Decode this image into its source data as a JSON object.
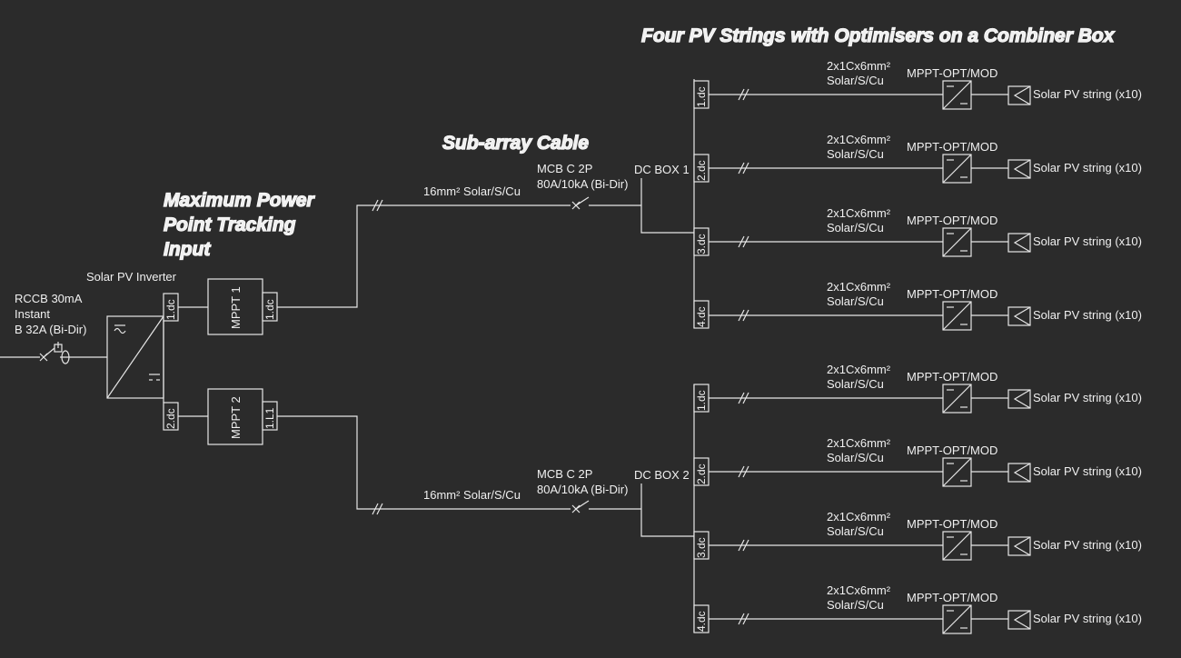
{
  "annotations": {
    "combiner": "Four PV Strings with Optimisers on a Combiner Box",
    "subarray": "Sub-array Cable",
    "mppt_line1": "Maximum Power",
    "mppt_line2": "Point Tracking",
    "mppt_line3": "Input"
  },
  "rccb": {
    "line1": "RCCB 30mA",
    "line2": "Instant",
    "line3": "B 32A (Bi-Dir)"
  },
  "inverter": {
    "label": "Solar PV Inverter",
    "port_in_1": "1.dc",
    "port_in_2": "2.dc"
  },
  "mppts": [
    {
      "label": "MPPT 1",
      "port": "1.dc"
    },
    {
      "label": "MPPT 2",
      "port": "1.L1"
    }
  ],
  "subarrays": [
    {
      "cable": "16mm² Solar/S/Cu",
      "mcb_line1": "MCB C 2P",
      "mcb_line2": "80A/10kA (Bi-Dir)",
      "dcbox": "DC BOX 1",
      "strings": [
        {
          "port": "1.dc",
          "cable_line1": "2x1Cx6mm²",
          "cable_line2": "Solar/S/Cu",
          "optimiser": "MPPT-OPT/MOD",
          "pv": "Solar PV string (x10)"
        },
        {
          "port": "2.dc",
          "cable_line1": "2x1Cx6mm²",
          "cable_line2": "Solar/S/Cu",
          "optimiser": "MPPT-OPT/MOD",
          "pv": "Solar PV string (x10)"
        },
        {
          "port": "3.dc",
          "cable_line1": "2x1Cx6mm²",
          "cable_line2": "Solar/S/Cu",
          "optimiser": "MPPT-OPT/MOD",
          "pv": "Solar PV string (x10)"
        },
        {
          "port": "4.dc",
          "cable_line1": "2x1Cx6mm²",
          "cable_line2": "Solar/S/Cu",
          "optimiser": "MPPT-OPT/MOD",
          "pv": "Solar PV string (x10)"
        }
      ]
    },
    {
      "cable": "16mm² Solar/S/Cu",
      "mcb_line1": "MCB C 2P",
      "mcb_line2": "80A/10kA (Bi-Dir)",
      "dcbox": "DC BOX 2",
      "strings": [
        {
          "port": "1.dc",
          "cable_line1": "2x1Cx6mm²",
          "cable_line2": "Solar/S/Cu",
          "optimiser": "MPPT-OPT/MOD",
          "pv": "Solar PV string (x10)"
        },
        {
          "port": "2.dc",
          "cable_line1": "2x1Cx6mm²",
          "cable_line2": "Solar/S/Cu",
          "optimiser": "MPPT-OPT/MOD",
          "pv": "Solar PV string (x10)"
        },
        {
          "port": "3.dc",
          "cable_line1": "2x1Cx6mm²",
          "cable_line2": "Solar/S/Cu",
          "optimiser": "MPPT-OPT/MOD",
          "pv": "Solar PV string (x10)"
        },
        {
          "port": "4.dc",
          "cable_line1": "2x1Cx6mm²",
          "cable_line2": "Solar/S/Cu",
          "optimiser": "MPPT-OPT/MOD",
          "pv": "Solar PV string (x10)"
        }
      ]
    }
  ]
}
